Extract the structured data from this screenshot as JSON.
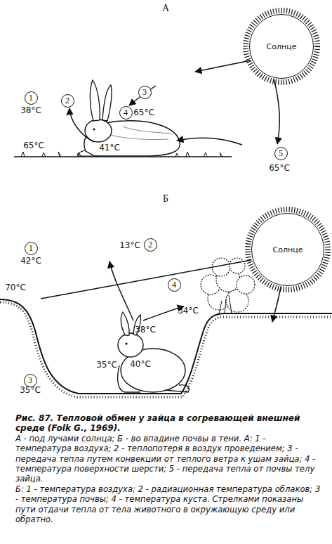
{
  "diagram": {
    "caption": "Рис. 87. Тепловой обмен у зайца в согревающей внешней среде (Folk G., 1969).",
    "nodes": [
      {
        "text": [
          "Солнце"
        ]
      },
      {
        "text": [
          "3"
        ]
      },
      {
        "text": [
          "1"
        ]
      },
      {
        "text": [
          "2"
        ]
      },
      {
        "text": [
          "4"
        ]
      },
      {
        "text": [
          "5"
        ]
      },
      {
        "text": [
          "2"
        ]
      },
      {
        "text": [
          "1"
        ]
      },
      {
        "text": [
          "Солнце"
        ]
      },
      {
        "text": [
          "4"
        ]
      },
      {
        "text": [
          "3"
        ]
      }
    ],
    "labels": [
      "А",
      "38°C",
      "65°C",
      "65°C",
      "41°C",
      "65°C",
      "Б",
      "13°C",
      "42°C",
      "70°C",
      "34°C",
      "38°C",
      "35°C",
      "40°C",
      "35°C",
      "А - под лучами солнца; Б - во впадине почвы в тени. А: 1 - температура воздуха; 2 - теплопотеря в воздух проведением; 3 - передача тепла путем конвекции от теплого ветра к ушам зайца; 4 - температура поверхности шерсти; 5 - передача тепла от почвы телу зайца.",
      "Б: 1 - температура воздуха; 2 - радиационная температура облаков; 3 - температура почвы; 4 - температура куста. Стрелками показаны пути отдачи тепла от тела животного в окружающую среду или обратно."
    ]
  }
}
